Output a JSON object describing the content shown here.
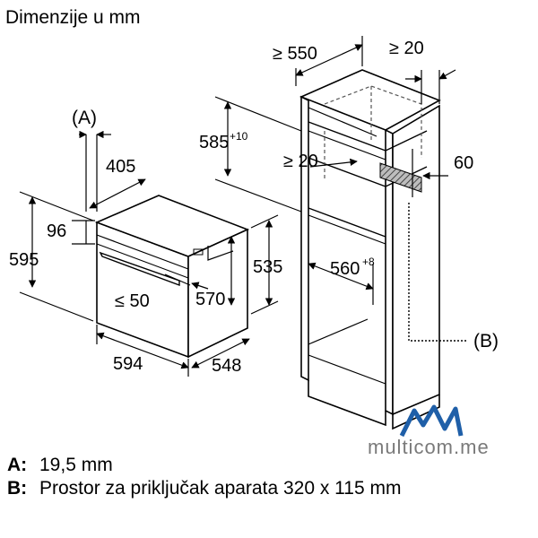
{
  "heading": "Dimenzije u mm",
  "markers": {
    "a": "(A)",
    "b": "(B)"
  },
  "oven_dimensions": {
    "d405": "405",
    "d96": "96",
    "d595": "595",
    "d594": "594",
    "d548": "548",
    "d535": "535",
    "d570": "570",
    "d_le50": "≤ 50"
  },
  "cabinet_dimensions": {
    "d_ge550": "≥ 550",
    "d_ge20_top": "≥ 20",
    "d585": "585",
    "d585_tol": "+10",
    "d_ge20_mid": "≥ 20",
    "d60": "60",
    "d560": "560",
    "d560_tol": "+8"
  },
  "legend": [
    {
      "key": "A:",
      "text": "19,5 mm"
    },
    {
      "key": "B:",
      "text": "Prostor za priključak aparata 320 x 115 mm"
    }
  ],
  "watermark": {
    "text": "multicom.me",
    "colors": [
      "#d9262b",
      "#8bc53f",
      "#1f5fa8"
    ]
  },
  "colors": {
    "line": "#000000",
    "dashed": "#555555",
    "hatch": "#444444"
  }
}
